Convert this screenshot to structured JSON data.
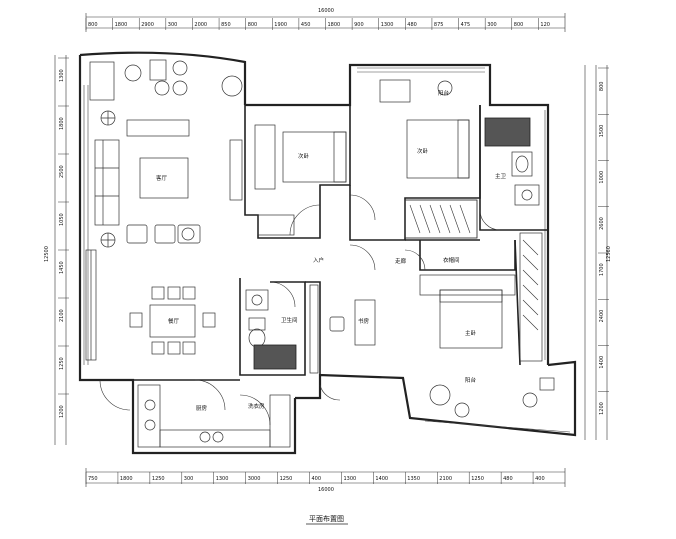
{
  "drawing": {
    "caption": "平面布置图",
    "overall_width": "16000",
    "overall_depth": "12500",
    "top_dims": [
      "800",
      "1800",
      "2900",
      "300",
      "2000",
      "850",
      "800",
      "1900",
      "450",
      "1800",
      "900",
      "1300",
      "480",
      "875",
      "475",
      "300",
      "800",
      "120"
    ],
    "bottom_dims": [
      "750",
      "1800",
      "1250",
      "300",
      "1300",
      "3000",
      "1250",
      "400",
      "1300",
      "1400",
      "1350",
      "2100",
      "1250",
      "480",
      "400"
    ],
    "left_dims": [
      "1300",
      "1800",
      "2500",
      "1050",
      "1450",
      "2100",
      "1250",
      "1200"
    ],
    "right_dims": [
      "800",
      "1500",
      "1000",
      "2600",
      "1700",
      "2400",
      "1400",
      "1200"
    ],
    "right_total": "12560",
    "left_total": "12500",
    "rooms": {
      "living": "客厅",
      "dining": "餐厅",
      "kitchen": "厨房",
      "bedroom2": "次卧",
      "study": "书房",
      "bedroom_left": "次卧",
      "master_bed": "主卧",
      "bath_main": "卫生间",
      "bath_master": "主卫",
      "corridor": "走廊",
      "balcony_top": "阳台",
      "balcony_bottom": "阳台",
      "laundry": "洗衣房",
      "cloakroom": "衣帽间",
      "entry": "入户"
    }
  }
}
